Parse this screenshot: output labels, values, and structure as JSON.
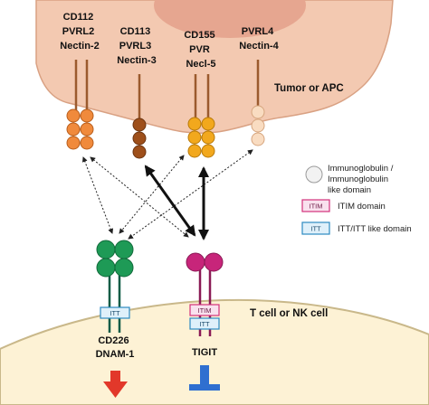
{
  "ligands": [
    {
      "lines": [
        "CD112",
        "PVRL2",
        "Nectin-2"
      ]
    },
    {
      "lines": [
        "CD113",
        "PVRL3",
        "Nectin-3"
      ]
    },
    {
      "lines": [
        "CD155",
        "PVR",
        "Necl-5"
      ]
    },
    {
      "lines": [
        "PVRL4",
        "Nectin-4"
      ]
    }
  ],
  "cell_labels": {
    "apc": "Tumor or APC",
    "tcell": "T cell or NK cell"
  },
  "receptors": [
    {
      "lines": [
        "CD226",
        "DNAM-1"
      ],
      "domain_label": "ITT"
    },
    {
      "lines": [
        "TIGIT"
      ],
      "domain_labels": [
        "ITIM",
        "ITT"
      ]
    }
  ],
  "legend": {
    "ig": [
      "Immunoglobulin /",
      "Immunoglobulin",
      "like domain"
    ],
    "itim_box": "ITIM",
    "itim_text": "ITIM domain",
    "itt_box": "ITT",
    "itt_text": "ITT/ITT like domain"
  },
  "colors": {
    "apc_cell": "#f3c9b1",
    "apc_nucleus": "#e6a690",
    "tcell": "#fdf2d5",
    "nectin2": "#f08a3c",
    "nectin3": "#9e4f1a",
    "cd155": "#f2a81d",
    "nectin4": "#f9dcc1",
    "cd226": "#1e9a56",
    "tigit": "#c7257a",
    "stalk_apc": "#9b5a2e",
    "stalk_cd226": "#0f5c46",
    "stalk_tigit": "#8a1a55",
    "itim_border": "#d3317b",
    "itt_border": "#2d8ac2",
    "activation_arrow": "#e2382a",
    "inhibition_bar": "#2f6fd0"
  }
}
